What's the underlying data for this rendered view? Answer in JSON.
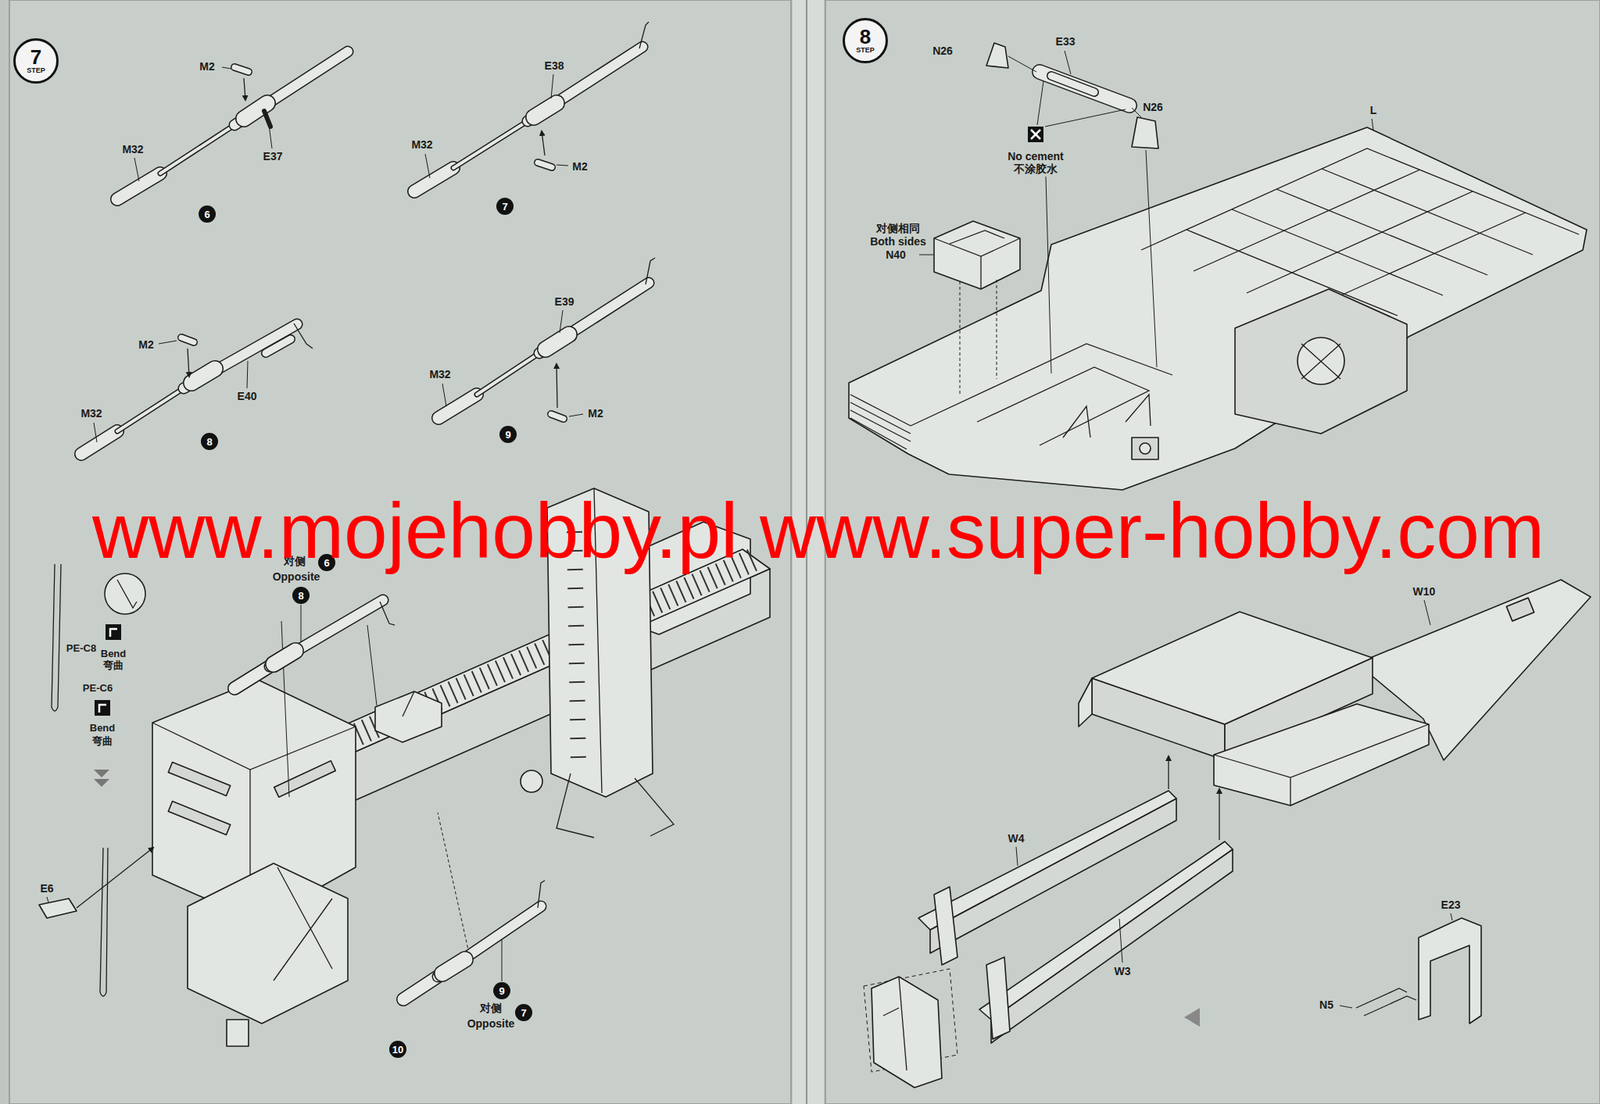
{
  "diagram": {
    "nodes": [
      {
        "text": [
          "7",
          "STEP"
        ]
      },
      {
        "text": [
          "6"
        ]
      },
      {
        "text": [
          "7"
        ]
      },
      {
        "text": [
          "8"
        ]
      },
      {
        "text": [
          "9"
        ]
      },
      {
        "text": [
          "6"
        ]
      },
      {
        "text": [
          "8"
        ]
      },
      {
        "text": [
          "9"
        ]
      },
      {
        "text": [
          "7"
        ]
      },
      {
        "text": [
          "10"
        ]
      },
      {
        "text": [
          "8",
          "STEP"
        ]
      }
    ],
    "labels": [
      "M2",
      "E37",
      "M32",
      "E38",
      "M32",
      "M2",
      "M2",
      "E40",
      "M32",
      "E39",
      "M32",
      "M2",
      "对侧",
      "Opposite",
      "PE-C8",
      "Bend",
      "弯曲",
      "PE-C6",
      "Bend",
      "弯曲",
      "E6",
      "对侧",
      "Opposite",
      "N26",
      "E33",
      "N26",
      "No cement",
      "不涂胶水",
      "对侧相同",
      "Both sides",
      "N40",
      "L",
      "W10",
      "W4",
      "W3",
      "E23",
      "N5",
      "www.mojehobby.pl www.super-hobby.com"
    ]
  }
}
